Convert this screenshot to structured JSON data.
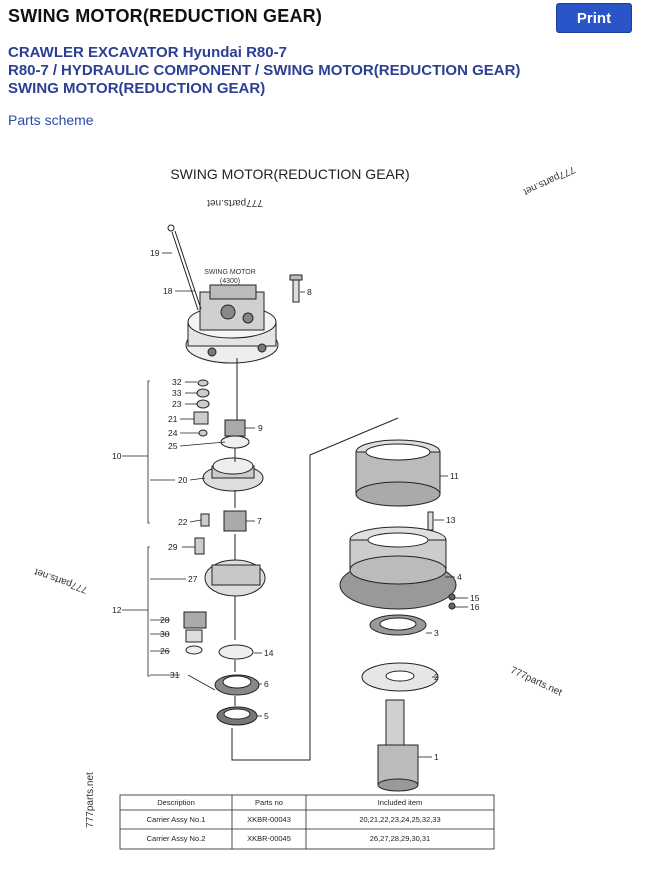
{
  "header": {
    "title": "SWING MOTOR(REDUCTION GEAR)",
    "print_label": "Print"
  },
  "breadcrumb": {
    "line1": "CRAWLER EXCAVATOR Hyundai R80-7",
    "model": "R80-7",
    "category": "HYDRAULIC COMPONENT",
    "current": "SWING MOTOR(REDUCTION GEAR)",
    "line3": "SWING MOTOR(REDUCTION GEAR)",
    "separator": "/"
  },
  "parts_scheme_link": "Parts scheme",
  "diagram": {
    "title": "SWING MOTOR(REDUCTION GEAR)",
    "watermark": "777parts.net",
    "motor_label": "SWING MOTOR",
    "motor_code": "(4300)",
    "callouts": [
      "19",
      "18",
      "8",
      "32",
      "33",
      "23",
      "21",
      "24",
      "25",
      "9",
      "10",
      "20",
      "22",
      "7",
      "29",
      "27",
      "12",
      "28",
      "30",
      "26",
      "31",
      "14",
      "6",
      "5",
      "11",
      "13",
      "4",
      "15",
      "16",
      "3",
      "2",
      "1"
    ],
    "table": {
      "headers": [
        "Description",
        "Parts no",
        "Included item"
      ],
      "rows": [
        [
          "Carrier Assy No.1",
          "XKBR-00043",
          "20,21,22,23,24,25,32,33"
        ],
        [
          "Carrier Assy No.2",
          "XKBR-00045",
          "26,27,28,29,30,31"
        ]
      ]
    }
  }
}
